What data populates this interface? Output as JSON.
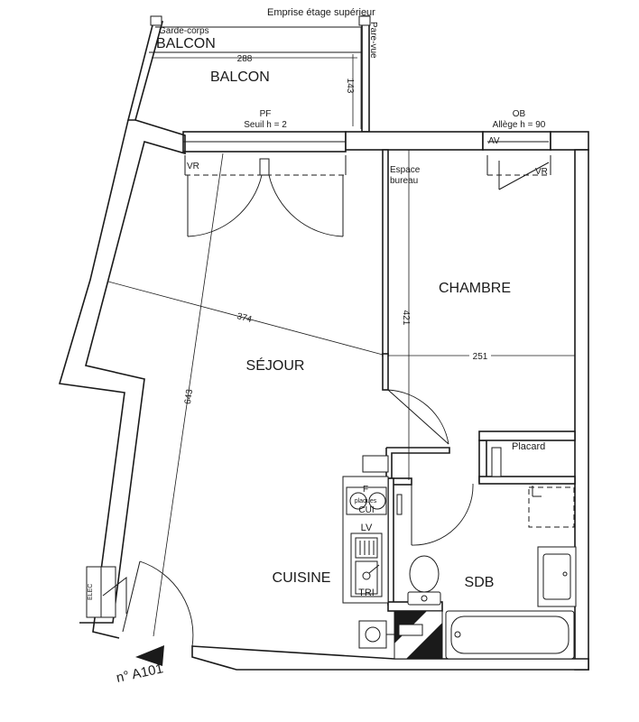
{
  "rooms": {
    "balcon_main": "BALCON",
    "balcon_sub": "BALCON",
    "sejour": "SÉJOUR",
    "chambre": "CHAMBRE",
    "cuisine": "CUISINE",
    "sdb": "SDB",
    "placard": "Placard"
  },
  "annotations": {
    "emprise": "Emprise étage supérieur",
    "garde_corps": "Garde-corps",
    "pare_vue": "Pare-vue",
    "pf": "PF",
    "seuil": "Seuil h = 2",
    "ob": "OB",
    "allege": "Allège h = 90",
    "av": "AV",
    "vr_left": "VR",
    "vr_right": "VR",
    "espace_bureau_1": "Espace",
    "espace_bureau_2": "bureau",
    "elec": "ELEC"
  },
  "dimensions": {
    "balcon_width": "288",
    "balcon_depth": "143",
    "sejour_width": "374",
    "sejour_length": "643",
    "chambre_length": "421",
    "chambre_width": "251"
  },
  "kitchen": {
    "f": "F",
    "cuisson": "plaques",
    "cui": "CUI",
    "lv": "LV",
    "tri": "TRI"
  },
  "apartment": {
    "number": "n° A101"
  }
}
